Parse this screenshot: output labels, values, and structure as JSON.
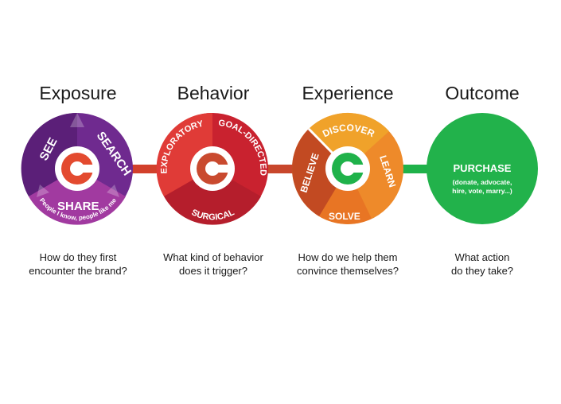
{
  "stages": [
    {
      "title": "Exposure",
      "question_line1": "How do they first",
      "question_line2": "encounter the brand?",
      "segments": [
        "SEE",
        "SEARCH",
        "SHARE"
      ],
      "caption": "People I know, people like me",
      "colors": {
        "top_left": "#5b1f78",
        "top_right": "#6f2a8f",
        "bottom": "#a13aa0",
        "ring": "#ffffff",
        "center": "#e34a2f"
      }
    },
    {
      "title": "Behavior",
      "question_line1": "What kind of behavior",
      "question_line2": "does it trigger?",
      "segments": [
        "EXPLORATORY",
        "GOAL-DIRECTED",
        "SURGICAL"
      ],
      "colors": {
        "left": "#e03b37",
        "right": "#c9222f",
        "bottom": "#b51e2c",
        "center": "#c94a2f"
      }
    },
    {
      "title": "Experience",
      "question_line1": "How do we help them",
      "question_line2": "convince themselves?",
      "segments": [
        "DISCOVER",
        "LEARN",
        "SOLVE",
        "BELIEVE"
      ],
      "colors": {
        "top": "#f0a22a",
        "right": "#ee8a2a",
        "bottom": "#e87524",
        "left": "#c24a22",
        "center": "#1fb24a"
      }
    },
    {
      "title": "Outcome",
      "question_line1": "What action",
      "question_line2": "do they take?",
      "label": "PURCHASE",
      "sub_line1": "(donate, advocate,",
      "sub_line2": "hire, vote, marry...)",
      "colors": {
        "fill": "#22b24b"
      }
    }
  ],
  "connectors": {
    "c1": "#d2402b",
    "c2": "#c8472c",
    "c3": "#1fb24a"
  }
}
